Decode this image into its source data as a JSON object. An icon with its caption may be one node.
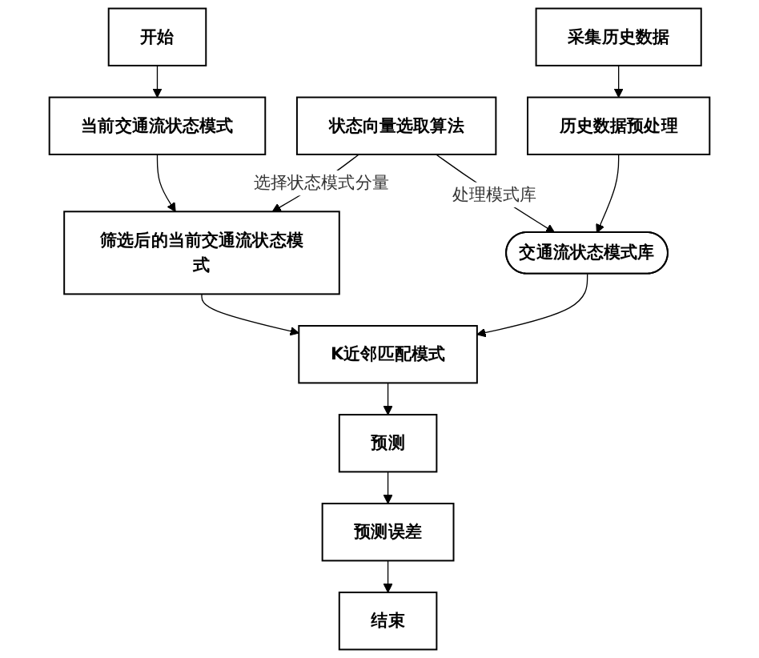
{
  "diagram": {
    "nodes": [
      {
        "text": [
          "开始"
        ]
      },
      {
        "text": [
          "当前交通流状态模式"
        ]
      },
      {
        "text": [
          "状态向量选取算法"
        ]
      },
      {
        "text": [
          "筛选后的当前交通流状态模式"
        ]
      },
      {
        "text": [
          "K近邻匹配模式"
        ]
      },
      {
        "text": [
          "交通流状态模式库"
        ]
      },
      {
        "text": [
          "预测"
        ]
      },
      {
        "text": [
          "历史数据预处理"
        ]
      },
      {
        "text": [
          "预测误差"
        ]
      },
      {
        "text": [
          "采集历史数据"
        ]
      },
      {
        "text": [
          "结束"
        ]
      }
    ],
    "edges": [
      {
        "from": 0,
        "to": 1,
        "arrow": "to"
      },
      {
        "from": 1,
        "to": 3,
        "arrow": "to"
      },
      {
        "from": 2,
        "to": 3,
        "arrow": "to",
        "label": "选择状态模式分量"
      },
      {
        "from": 3,
        "to": 4,
        "arrow": "to"
      },
      {
        "from": 2,
        "to": 5,
        "arrow": "to",
        "label": "处理模式库"
      },
      {
        "from": 5,
        "to": 4,
        "arrow": "to"
      },
      {
        "from": 9,
        "to": 7,
        "arrow": "to"
      },
      {
        "from": 7,
        "to": 5,
        "arrow": "to"
      },
      {
        "from": 4,
        "to": 6,
        "arrow": "to"
      },
      {
        "from": 6,
        "to": 8,
        "arrow": "to"
      },
      {
        "from": 8,
        "to": 10,
        "arrow": "to"
      }
    ]
  }
}
